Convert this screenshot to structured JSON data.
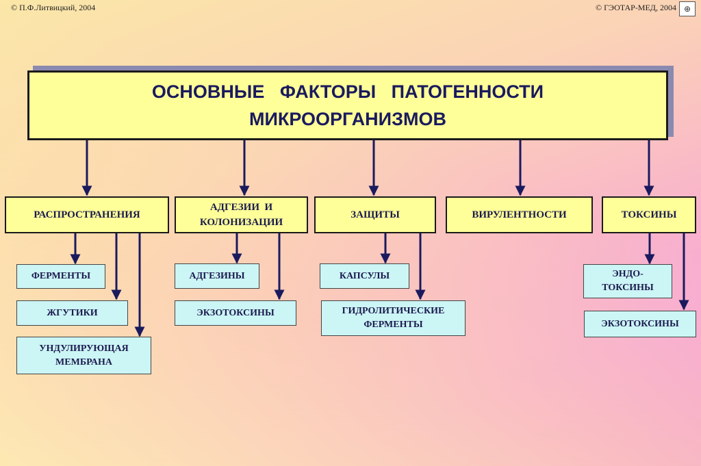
{
  "header": {
    "copyright_left": "© П.Ф.Литвицкий, 2004",
    "copyright_right": "© ГЭОТАР-МЕД, 2004"
  },
  "title": {
    "line1": "ОСНОВНЫЕ   ФАКТОРЫ   ПАТОГЕННОСТИ",
    "line2": "МИКРООРГАНИЗМОВ"
  },
  "categories": [
    {
      "label": "РАСПРОСТРАНЕНИЯ",
      "items": [
        "ФЕРМЕНТЫ",
        "ЖГУТИКИ",
        "УНДУЛИРУЮЩАЯ МЕМБРАНА"
      ]
    },
    {
      "label": "АДГЕЗИИ  И КОЛОНИЗАЦИИ",
      "items": [
        "АДГЕЗИНЫ",
        "ЭКЗОТОКСИНЫ"
      ]
    },
    {
      "label": "ЗАЩИТЫ",
      "items": [
        "КАПСУЛЫ",
        "ГИДРОЛИТИЧЕСКИЕ ФЕРМЕНТЫ"
      ]
    },
    {
      "label": "ВИРУЛЕНТНОСТИ",
      "items": []
    },
    {
      "label": "ТОКСИНЫ",
      "items": [
        "ЭНДО- ТОКСИНЫ",
        "ЭКЗОТОКСИНЫ"
      ]
    }
  ],
  "colors": {
    "title_fill": "#ffff99",
    "item_fill": "#ccf5f5",
    "arrow": "#1a1a5e"
  }
}
